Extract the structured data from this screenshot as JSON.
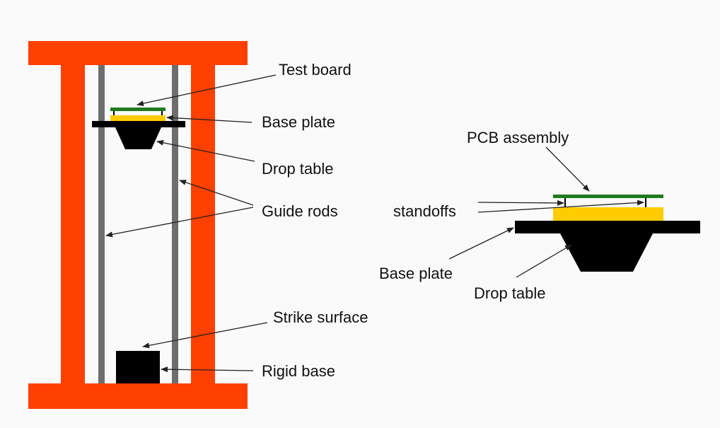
{
  "colors": {
    "frame": "#ff4000",
    "rod": "#6e6e6e",
    "board": "#1f7a1f",
    "plate": "#ffcc00",
    "solid": "#000000",
    "background": "#fafafa"
  },
  "labels": {
    "test_board": "Test board",
    "base_plate": "Base plate",
    "drop_table": "Drop table",
    "guide_rods": "Guide rods",
    "strike_surface": "Strike surface",
    "rigid_base": "Rigid base",
    "pcb_assembly": "PCB assembly",
    "standoffs": "standoffs",
    "detail_base_plate": "Base plate",
    "detail_drop_table": "Drop table"
  }
}
